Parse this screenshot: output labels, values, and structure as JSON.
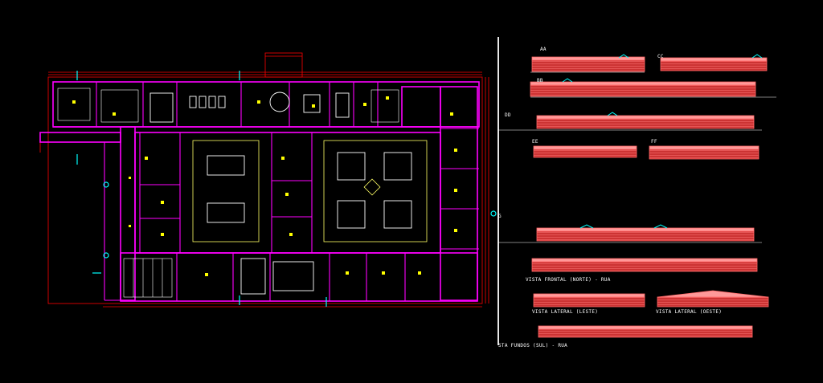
{
  "colors": {
    "background": "#000000",
    "wall": "#ff00ff",
    "dimension": "#ff0000",
    "furniture": "#ffffff",
    "marks": "#ffff00",
    "cyan": "#00ffff",
    "facade_roof": "#ff6666",
    "facade_wall": "#cc3333",
    "divider": "#e8e8e8"
  },
  "labels": {
    "section_aa": "AA",
    "section_bb": "BB",
    "section_cc": "CC",
    "section_dd": "DD",
    "section_ee": "EE",
    "section_ff": "FF",
    "marker_g": "G",
    "vista_frontal": "VISTA FRONTAL (NORTE) - RUA",
    "vista_lateral_leste": "VISTA LATERAL (LESTE)",
    "vista_lateral_oeste": "VISTA LATERAL (OESTE)",
    "vista_fundos": "STA FUNDOS (SUL) - RUA"
  }
}
